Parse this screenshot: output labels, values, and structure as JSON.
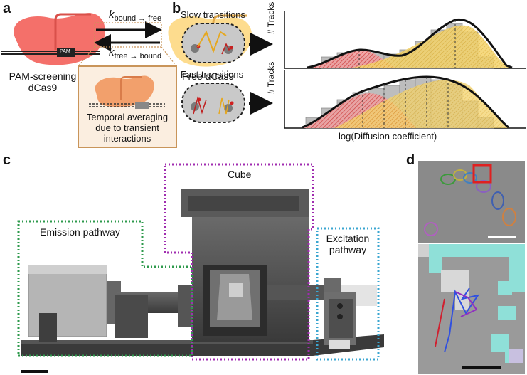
{
  "panels": {
    "a": {
      "letter": "a",
      "left_label_line1": "PAM-screening",
      "left_label_line2": "dCas9",
      "pam_label": "PAM",
      "rate_top_k": "k",
      "rate_top_sub": "bound → free",
      "rate_bottom_k": "k",
      "rate_bottom_sub": "free → bound",
      "right_label": "Free dCas9",
      "box_line1": "Temporal averaging",
      "box_line2": "due to transient",
      "box_line3": "interactions",
      "colors": {
        "bound": "#f4706a",
        "free": "#fddc8e",
        "box_border": "#c9955a"
      }
    },
    "b": {
      "letter": "b",
      "slow_label": "Slow transitions",
      "fast_label": "Fast transitions",
      "y_label": "# Tracks",
      "x_label": "log(Diffusion coefficient)",
      "colors": {
        "bound_fill": "#e05555",
        "free_fill": "#e8b830",
        "cell": "#c9c9c9"
      }
    },
    "c": {
      "letter": "c",
      "cube_label": "Cube",
      "emission_label": "Emission pathway",
      "excitation_line1": "Excitation",
      "excitation_line2": "pathway",
      "colors": {
        "cube": "#a02cb0",
        "emission": "#2e9a4c",
        "excitation": "#3aa6d0"
      }
    },
    "d": {
      "letter": "d",
      "colors": {
        "highlight": "#e02020",
        "track": "#3050e0"
      }
    }
  }
}
